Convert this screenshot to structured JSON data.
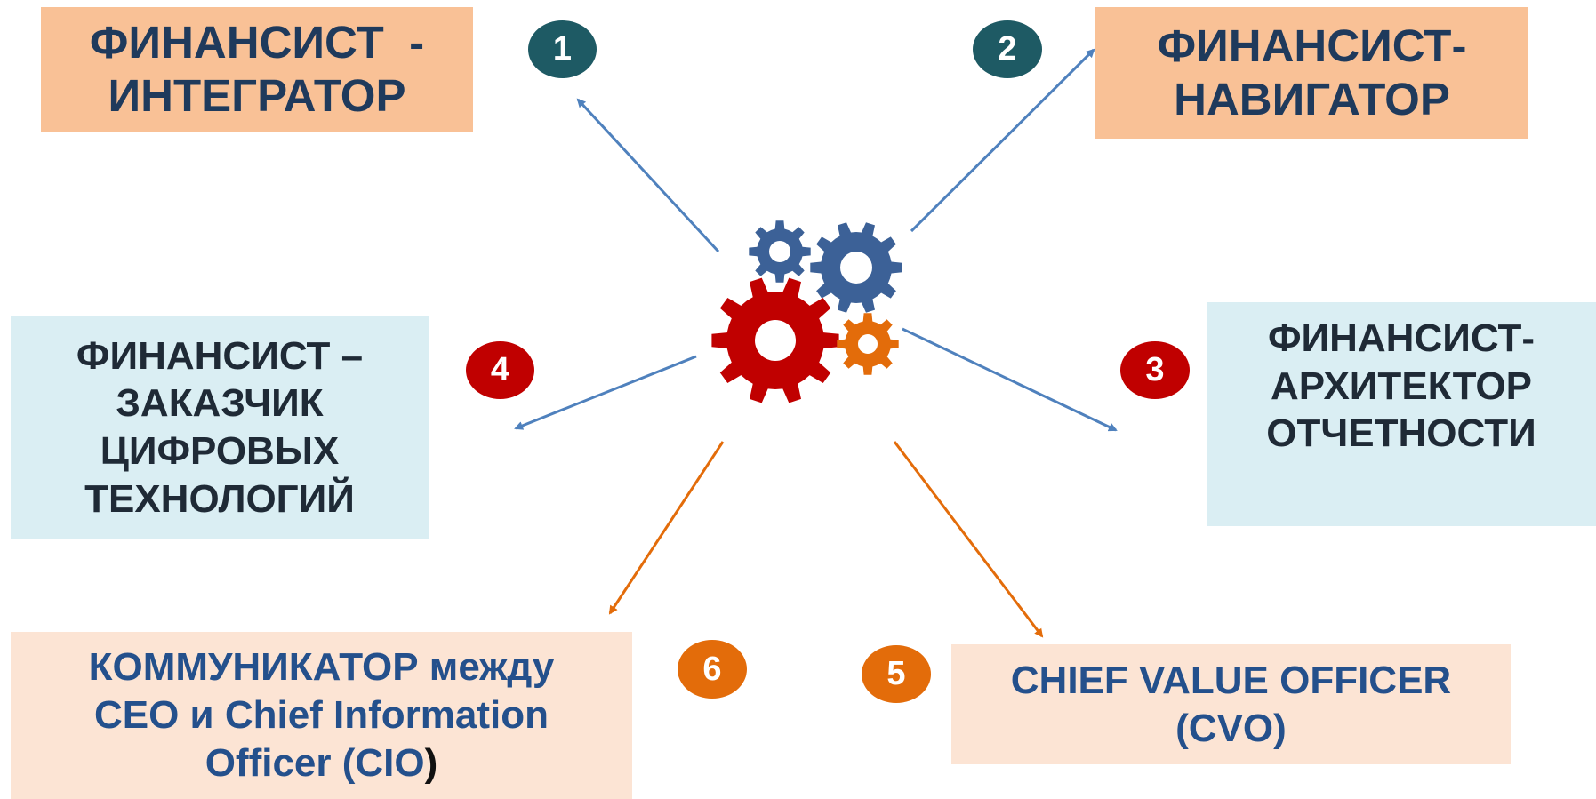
{
  "boxes": {
    "integrator": {
      "lines": [
        "ФИНАНСИСТ  -",
        "ИНТЕГРАТОР"
      ]
    },
    "navigator": {
      "lines": [
        "ФИНАНСИСТ-",
        "НАВИГАТОР"
      ]
    },
    "digital_customer": {
      "lines": [
        "ФИНАНСИСТ –",
        "ЗАКАЗЧИК",
        "ЦИФРОВЫХ",
        "ТЕХНОЛОГИЙ"
      ]
    },
    "reporting_architect": {
      "lines": [
        "ФИНАНСИСТ-",
        "АРХИТЕКТОР",
        "ОТЧЕТНОСТИ"
      ]
    },
    "communicator": {
      "line1": "КОММУНИКАТОР между",
      "line2": "CEO и Chief Information",
      "line3_main": "Officer (CIO",
      "line3_tail": ")"
    },
    "cvo": {
      "lines": [
        "CHIEF VALUE OFFICER",
        "(CVO)"
      ]
    }
  },
  "badges": {
    "b1": "1",
    "b2": "2",
    "b3": "3",
    "b4": "4",
    "b5": "5",
    "b6": "6"
  },
  "colors": {
    "peach_box": "#f9c196",
    "blue_box": "#daeef3",
    "pale_box": "#fce4d4",
    "teal_badge": "#1e5a64",
    "red_badge": "#c00000",
    "orange_badge": "#e36c0a",
    "blue_arrow": "#4f81bd",
    "orange_arrow": "#e36c0a",
    "red_gear": "#c00000",
    "blue_gear": "#3c6197",
    "orange_gear": "#e36c0a"
  }
}
